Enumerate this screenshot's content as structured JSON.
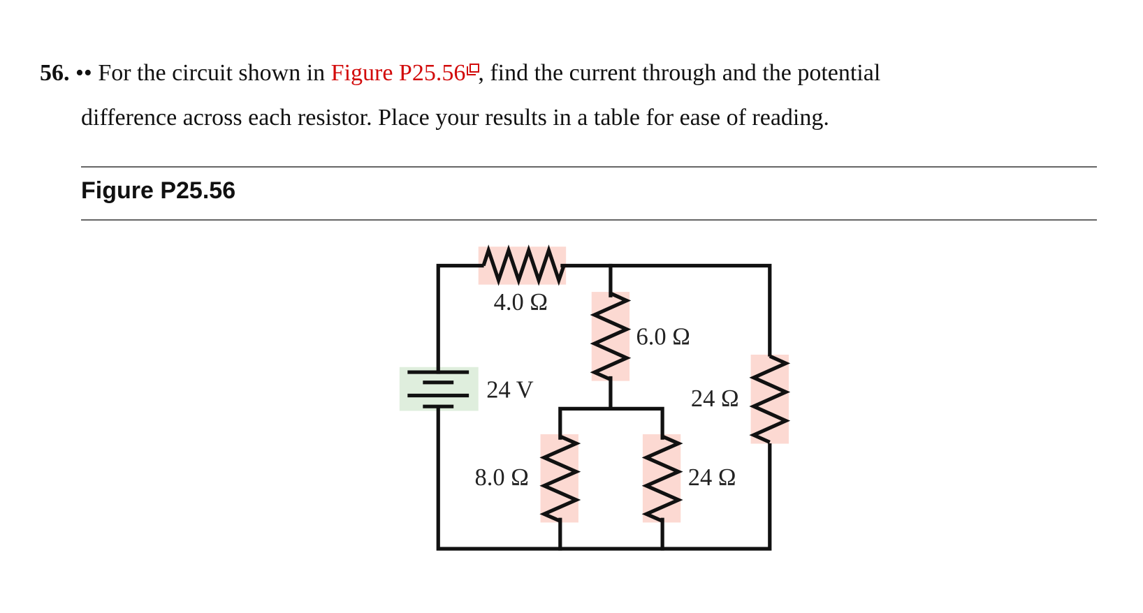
{
  "problem": {
    "number": "56.",
    "difficulty": "••",
    "text_before_link": "For the circuit shown in",
    "link_text": "Figure P25.56",
    "text_after_link": ", find the current through and the potential",
    "line2": "difference across each resistor. Place your results in a table for ease of reading."
  },
  "figure": {
    "title": "Figure P25.56",
    "labels": {
      "r1": "4.0 Ω",
      "r2": "6.0 Ω",
      "battery": "24 V",
      "r_right": "24 Ω",
      "r3": "8.0 Ω",
      "r4": "24 Ω"
    },
    "colors": {
      "resistor_bg": "#fcd9d2",
      "battery_bg": "#dfeedd",
      "link": "#d20a0a"
    }
  }
}
